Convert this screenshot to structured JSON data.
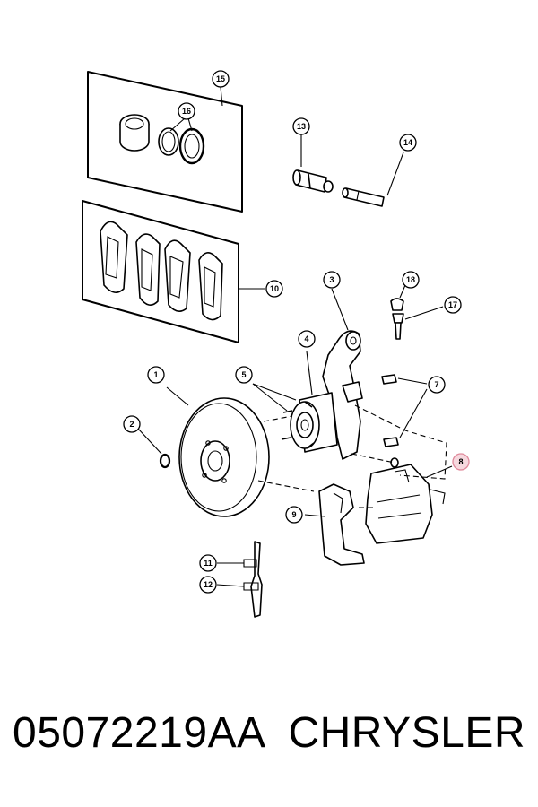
{
  "diagram": {
    "callouts": [
      {
        "id": "c15",
        "label": "15"
      },
      {
        "id": "c16",
        "label": "16"
      },
      {
        "id": "c13",
        "label": "13"
      },
      {
        "id": "c14",
        "label": "14"
      },
      {
        "id": "c10",
        "label": "10"
      },
      {
        "id": "c3",
        "label": "3"
      },
      {
        "id": "c18",
        "label": "18"
      },
      {
        "id": "c17",
        "label": "17"
      },
      {
        "id": "c4",
        "label": "4"
      },
      {
        "id": "c1",
        "label": "1"
      },
      {
        "id": "c5",
        "label": "5"
      },
      {
        "id": "c7",
        "label": "7"
      },
      {
        "id": "c2",
        "label": "2"
      },
      {
        "id": "c8",
        "label": "8",
        "highlighted": true
      },
      {
        "id": "c9",
        "label": "9"
      },
      {
        "id": "c11",
        "label": "11"
      },
      {
        "id": "c12",
        "label": "12"
      }
    ],
    "highlight_color": "#f6d8de"
  },
  "footer": {
    "part_number": "05072219AA",
    "brand": "CHRYSLER"
  }
}
